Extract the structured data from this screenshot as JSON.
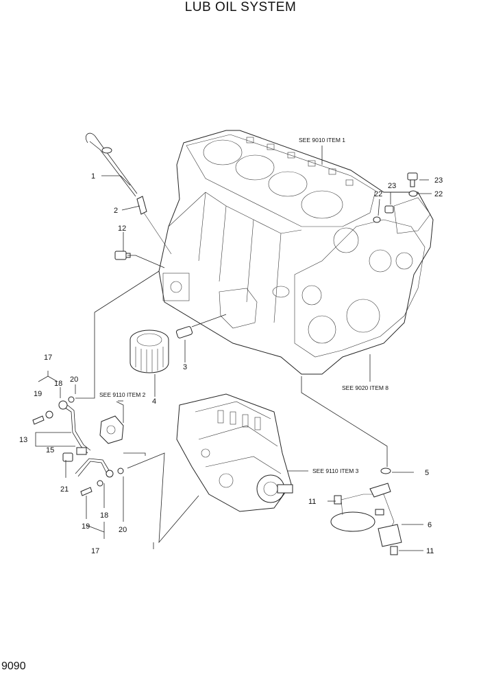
{
  "page": {
    "title": "LUB OIL SYSTEM",
    "number": "9090"
  },
  "references": [
    "SEE 9010 ITEM 1",
    "SEE 9020 ITEM 8",
    "SEE 9110 ITEM 2",
    "SEE 9110 ITEM 3"
  ],
  "callouts": [
    "1",
    "2",
    "3",
    "4",
    "5",
    "6",
    "11",
    "11",
    "12",
    "13",
    "15",
    "17",
    "17",
    "18",
    "18",
    "19",
    "19",
    "20",
    "20",
    "21",
    "22",
    "22",
    "23",
    "23"
  ]
}
